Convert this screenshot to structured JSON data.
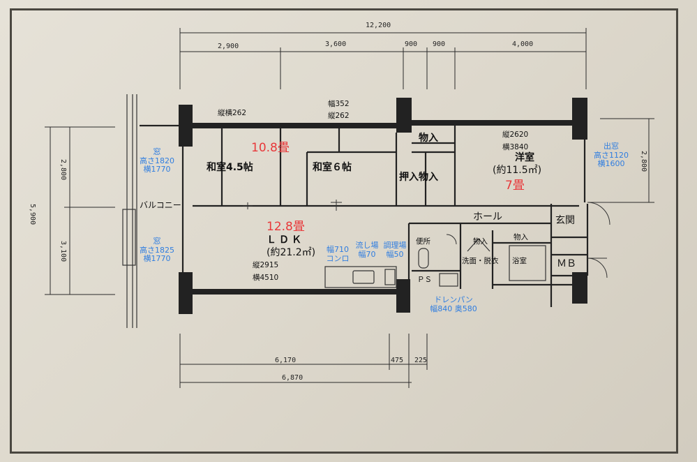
{
  "dimensions": {
    "top_total": "12,200",
    "top_seg1": "2,900",
    "top_seg2": "3,600",
    "top_seg3": "900",
    "top_seg4": "900",
    "top_seg5": "4,000",
    "left_total": "5,900",
    "left_upper": "2,800",
    "left_lower": "3,100",
    "right_small": "2,800",
    "bottom_seg1": "6,170",
    "bottom_seg2": "475",
    "bottom_seg3": "225",
    "bottom_total": "6,870"
  },
  "rooms": {
    "washitsu45": "和室4.5帖",
    "washitsu6": "和室６帖",
    "oshiire_closet": "押入物入",
    "monoire_top": "物入",
    "yoshitsu": "洋室",
    "yoshitsu_area": "(約11.5㎡)",
    "balcony": "バルコニー",
    "ldk": "ＬＤＫ",
    "ldk_area": "(約21.2㎡)",
    "hall": "ホール",
    "genkan": "玄関",
    "benjo": "便所",
    "monoire_small": "物入",
    "senmen": "洗面・脱衣",
    "yokushitsu": "浴室",
    "mb": "ＭＢ",
    "ps": "ＰＳ",
    "haishi": "物入"
  },
  "notes": {
    "tatekoyoko262": "縦横262",
    "haba352": "幅352",
    "tate262": "縦262",
    "tate2620": "縦2620",
    "yoko3840": "横3840",
    "tate2915": "縦2915",
    "yoko4510": "横4510"
  },
  "blue_notes": {
    "window1_title": "窓",
    "window1_h": "高さ1820",
    "window1_w": "横1770",
    "window2_title": "窓",
    "window2_h": "高さ1825",
    "window2_w": "横1770",
    "demado_title": "出窓",
    "demado_h": "高さ1120",
    "demado_w": "横1600",
    "konro_w": "幅710",
    "konro": "コンロ",
    "sink": "流し場",
    "sink_w": "幅70",
    "prep": "調理場",
    "prep_w": "幅50",
    "drain": "ドレンパン",
    "drain_size": "幅840 奥580"
  },
  "red_notes": {
    "tatami108": "10.8畳",
    "tatami128": "12.8畳",
    "tatami7": "7畳"
  }
}
